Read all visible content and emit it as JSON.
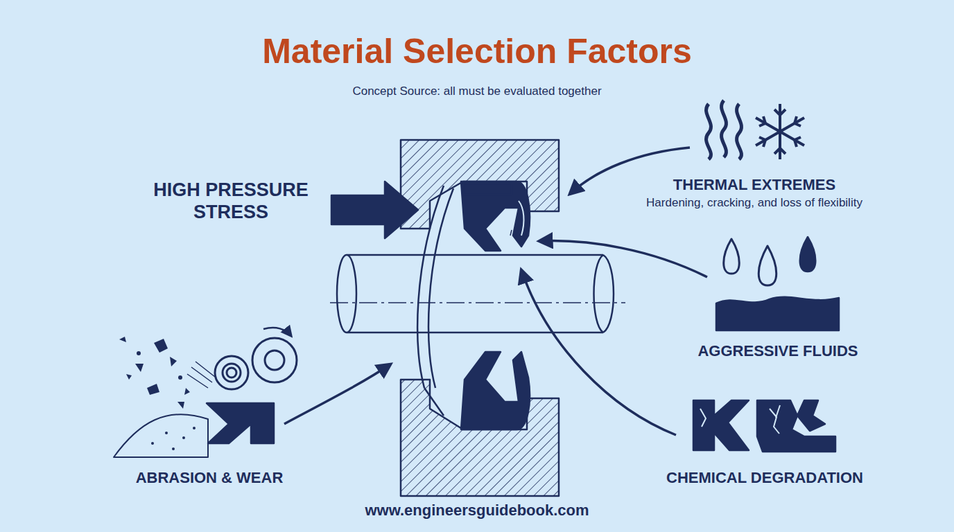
{
  "diagram": {
    "title": "Material Selection Factors",
    "labels": [
      "Concept Source: all must be evaluated together",
      "HIGH PRESSURE STRESS",
      "THERMAL EXTREMES",
      "Hardening, cracking, and loss of flexibility",
      "AGGRESSIVE FLUIDS",
      "ABRASION & WEAR",
      "CHEMICAL DEGRADATION",
      "www.engineersguidebook.com"
    ]
  }
}
